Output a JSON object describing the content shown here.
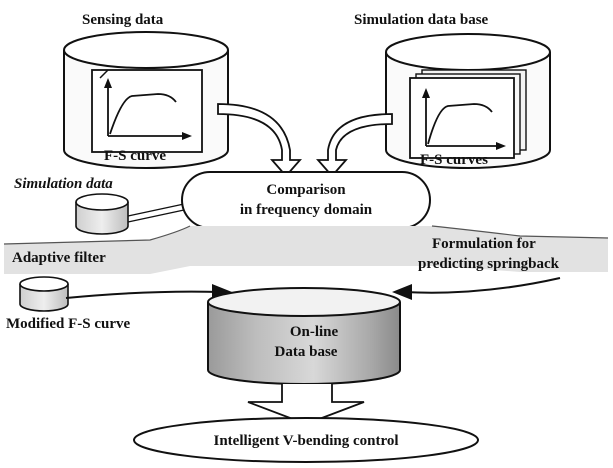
{
  "diagram": {
    "sensing": {
      "title": "Sensing data",
      "curve_label": "F-S curve"
    },
    "simulation_db": {
      "title": "Simulation data base",
      "curve_label": "F-S curves"
    },
    "simulation_data": {
      "label": "Simulation data"
    },
    "comparison": {
      "line1": "Comparison",
      "line2": "in frequency domain"
    },
    "adaptive_filter": {
      "label": "Adaptive filter"
    },
    "formulation": {
      "line1": "Formulation for",
      "line2": "predicting springback"
    },
    "modified_curve": {
      "label": "Modified F-S curve"
    },
    "online_db": {
      "line1": "On-line",
      "line2": "Data base"
    },
    "control": {
      "label": "Intelligent V-bending control"
    }
  }
}
